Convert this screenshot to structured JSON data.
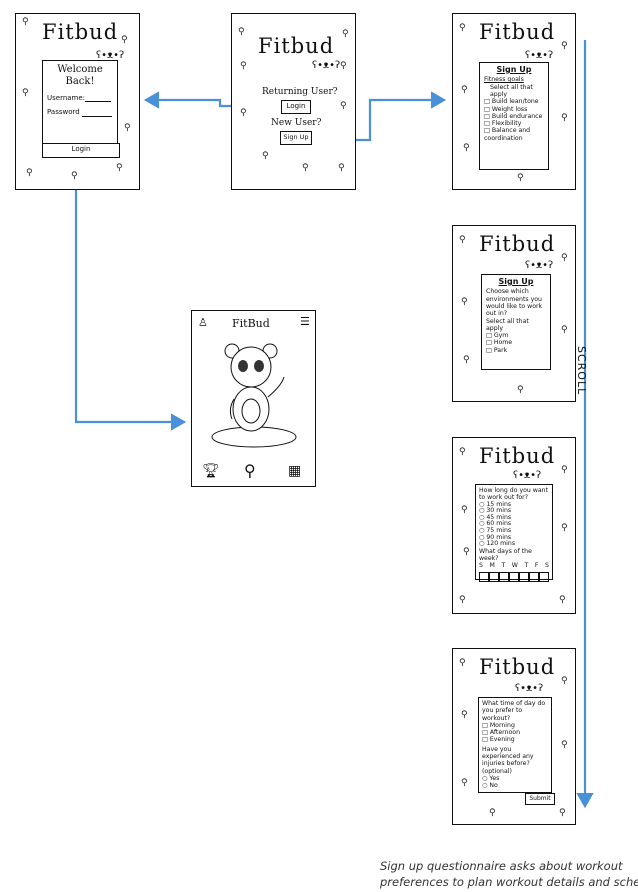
{
  "logo": "Fitbud",
  "login_screen": {
    "heading": "Welcome Back!",
    "username_label": "Username:",
    "password_label": "Password",
    "login_button": "Login"
  },
  "start_screen": {
    "returning_prompt": "Returning User?",
    "login_button": "Login",
    "new_prompt": "New User?",
    "signup_button": "Sign Up"
  },
  "home_screen": {
    "title": "FitBud"
  },
  "signup_goals": {
    "title": "Sign Up",
    "question": "Fitness goals",
    "hint": "Select all that apply",
    "options": [
      "Build lean/tone",
      "Weight loss",
      "Build endurance",
      "Flexibility",
      "Balance and coordination"
    ]
  },
  "signup_environment": {
    "title": "Sign Up",
    "question": "Choose which environments you would like to work out in?",
    "hint": "Select all that apply",
    "options": [
      "Gym",
      "Home",
      "Park"
    ]
  },
  "signup_duration": {
    "question": "How long do you want to work out for?",
    "options": [
      "15 mins",
      "30 mins",
      "45 mins",
      "60 mins",
      "75 mins",
      "90 mins",
      "120 mins"
    ],
    "days_question": "What days of the week?",
    "days": [
      "S",
      "M",
      "T",
      "W",
      "T",
      "F",
      "S"
    ]
  },
  "signup_time": {
    "question": "What time of day do you prefer to workout?",
    "options": [
      "Morning",
      "Afternoon",
      "Evening"
    ],
    "injury_question": "Have you experienced any injuries before? (optional)",
    "injury_options": [
      "Yes",
      "No"
    ],
    "submit_button": "Submit"
  },
  "scroll_label": "SCROLL",
  "caption": "Sign up questionnaire asks about workout preferences to plan workout details and schedul",
  "colors": {
    "arrow": "#4a90d9",
    "ink": "#111111"
  }
}
